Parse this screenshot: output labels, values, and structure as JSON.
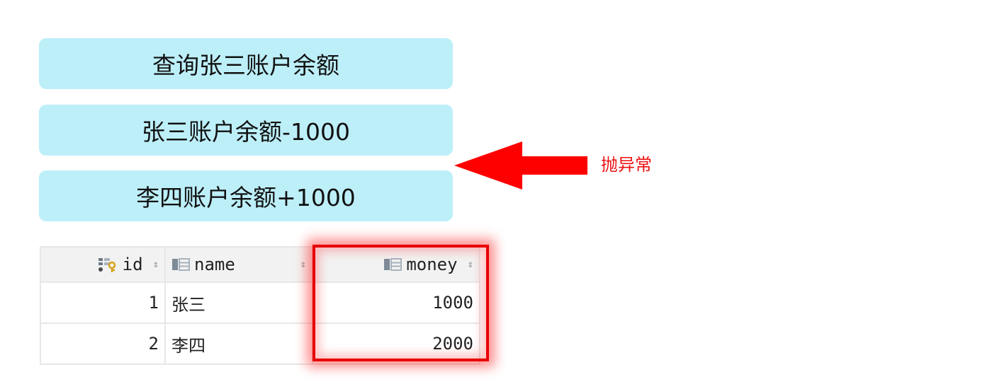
{
  "steps": {
    "step1": "查询张三账户余额",
    "step2": "张三账户余额-1000",
    "step3": "李四账户余额+1000"
  },
  "exception_label": "抛异常",
  "table": {
    "columns": [
      {
        "label": "id",
        "icon": "primary-key-column-icon"
      },
      {
        "label": "name",
        "icon": "column-icon"
      },
      {
        "label": "money",
        "icon": "column-icon"
      }
    ],
    "rows": [
      {
        "id": "1",
        "name": "张三",
        "money": "1000"
      },
      {
        "id": "2",
        "name": "李四",
        "money": "2000"
      }
    ]
  },
  "colors": {
    "step_background": "#bdeff9",
    "arrow": "#ff0000",
    "highlight": "#e80000"
  }
}
